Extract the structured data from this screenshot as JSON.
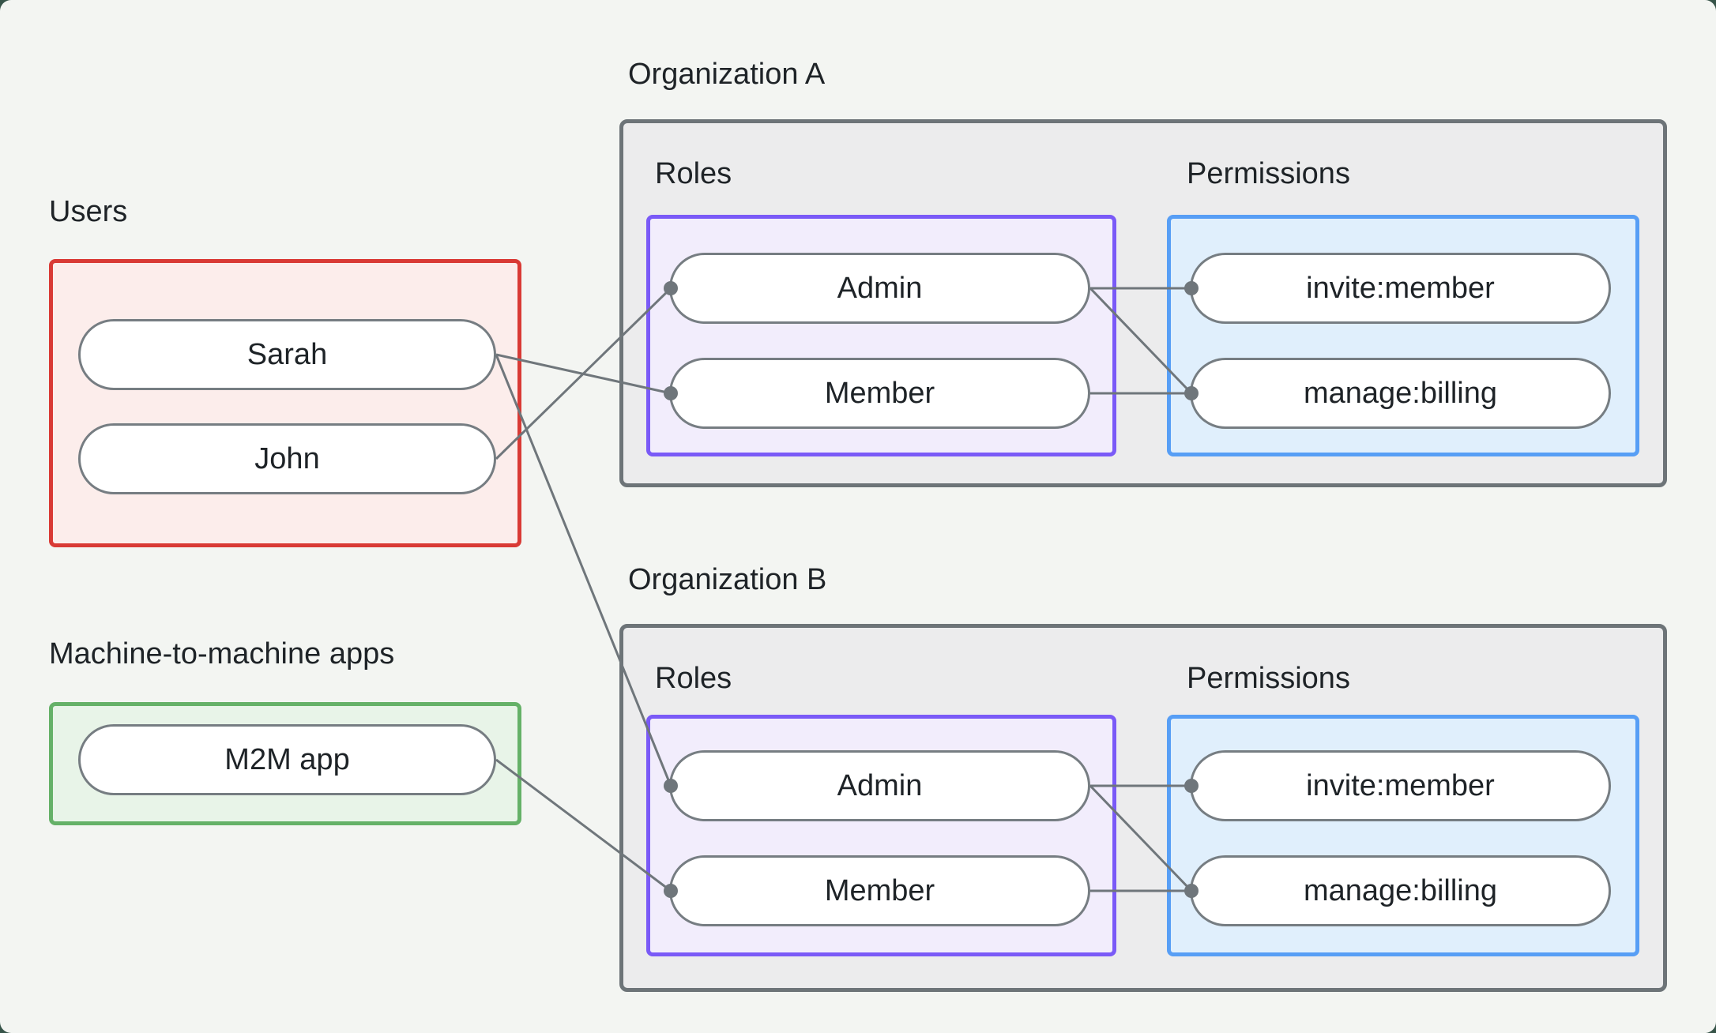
{
  "users": {
    "label": "Users",
    "items": [
      "Sarah",
      "John"
    ]
  },
  "m2m": {
    "label": "Machine-to-machine apps",
    "items": [
      "M2M app"
    ]
  },
  "organizations": [
    {
      "title": "Organization A",
      "roles_label": "Roles",
      "permissions_label": "Permissions",
      "roles": [
        "Admin",
        "Member"
      ],
      "permissions": [
        "invite:member",
        "manage:billing"
      ]
    },
    {
      "title": "Organization B",
      "roles_label": "Roles",
      "permissions_label": "Permissions",
      "roles": [
        "Admin",
        "Member"
      ],
      "permissions": [
        "invite:member",
        "manage:billing"
      ]
    }
  ],
  "edges": [
    {
      "from": "sarah",
      "to": "orgA-member"
    },
    {
      "from": "sarah",
      "to": "orgB-admin"
    },
    {
      "from": "john",
      "to": "orgA-admin"
    },
    {
      "from": "m2m-app",
      "to": "orgB-member"
    },
    {
      "from": "orgA-admin",
      "to": "orgA-invite"
    },
    {
      "from": "orgA-admin",
      "to": "orgA-manage"
    },
    {
      "from": "orgA-member",
      "to": "orgA-manage"
    },
    {
      "from": "orgB-admin",
      "to": "orgB-invite"
    },
    {
      "from": "orgB-admin",
      "to": "orgB-manage"
    },
    {
      "from": "orgB-member",
      "to": "orgB-manage"
    }
  ],
  "colors": {
    "background_outer": "#375449",
    "canvas": "#f3f5f2",
    "users_border": "#d93a35",
    "users_fill": "#fcedeb",
    "m2m_border": "#65b168",
    "m2m_fill": "#e8f4e8",
    "roles_border": "#7a5af7",
    "roles_fill": "#f2edfc",
    "permissions_border": "#579ef5",
    "permissions_fill": "#e0effc",
    "org_border": "#6d7478",
    "org_fill": "#ececed",
    "node_border": "#767d82",
    "node_fill": "#ffffff",
    "edge": "#6f767b",
    "text": "#1e2327"
  }
}
